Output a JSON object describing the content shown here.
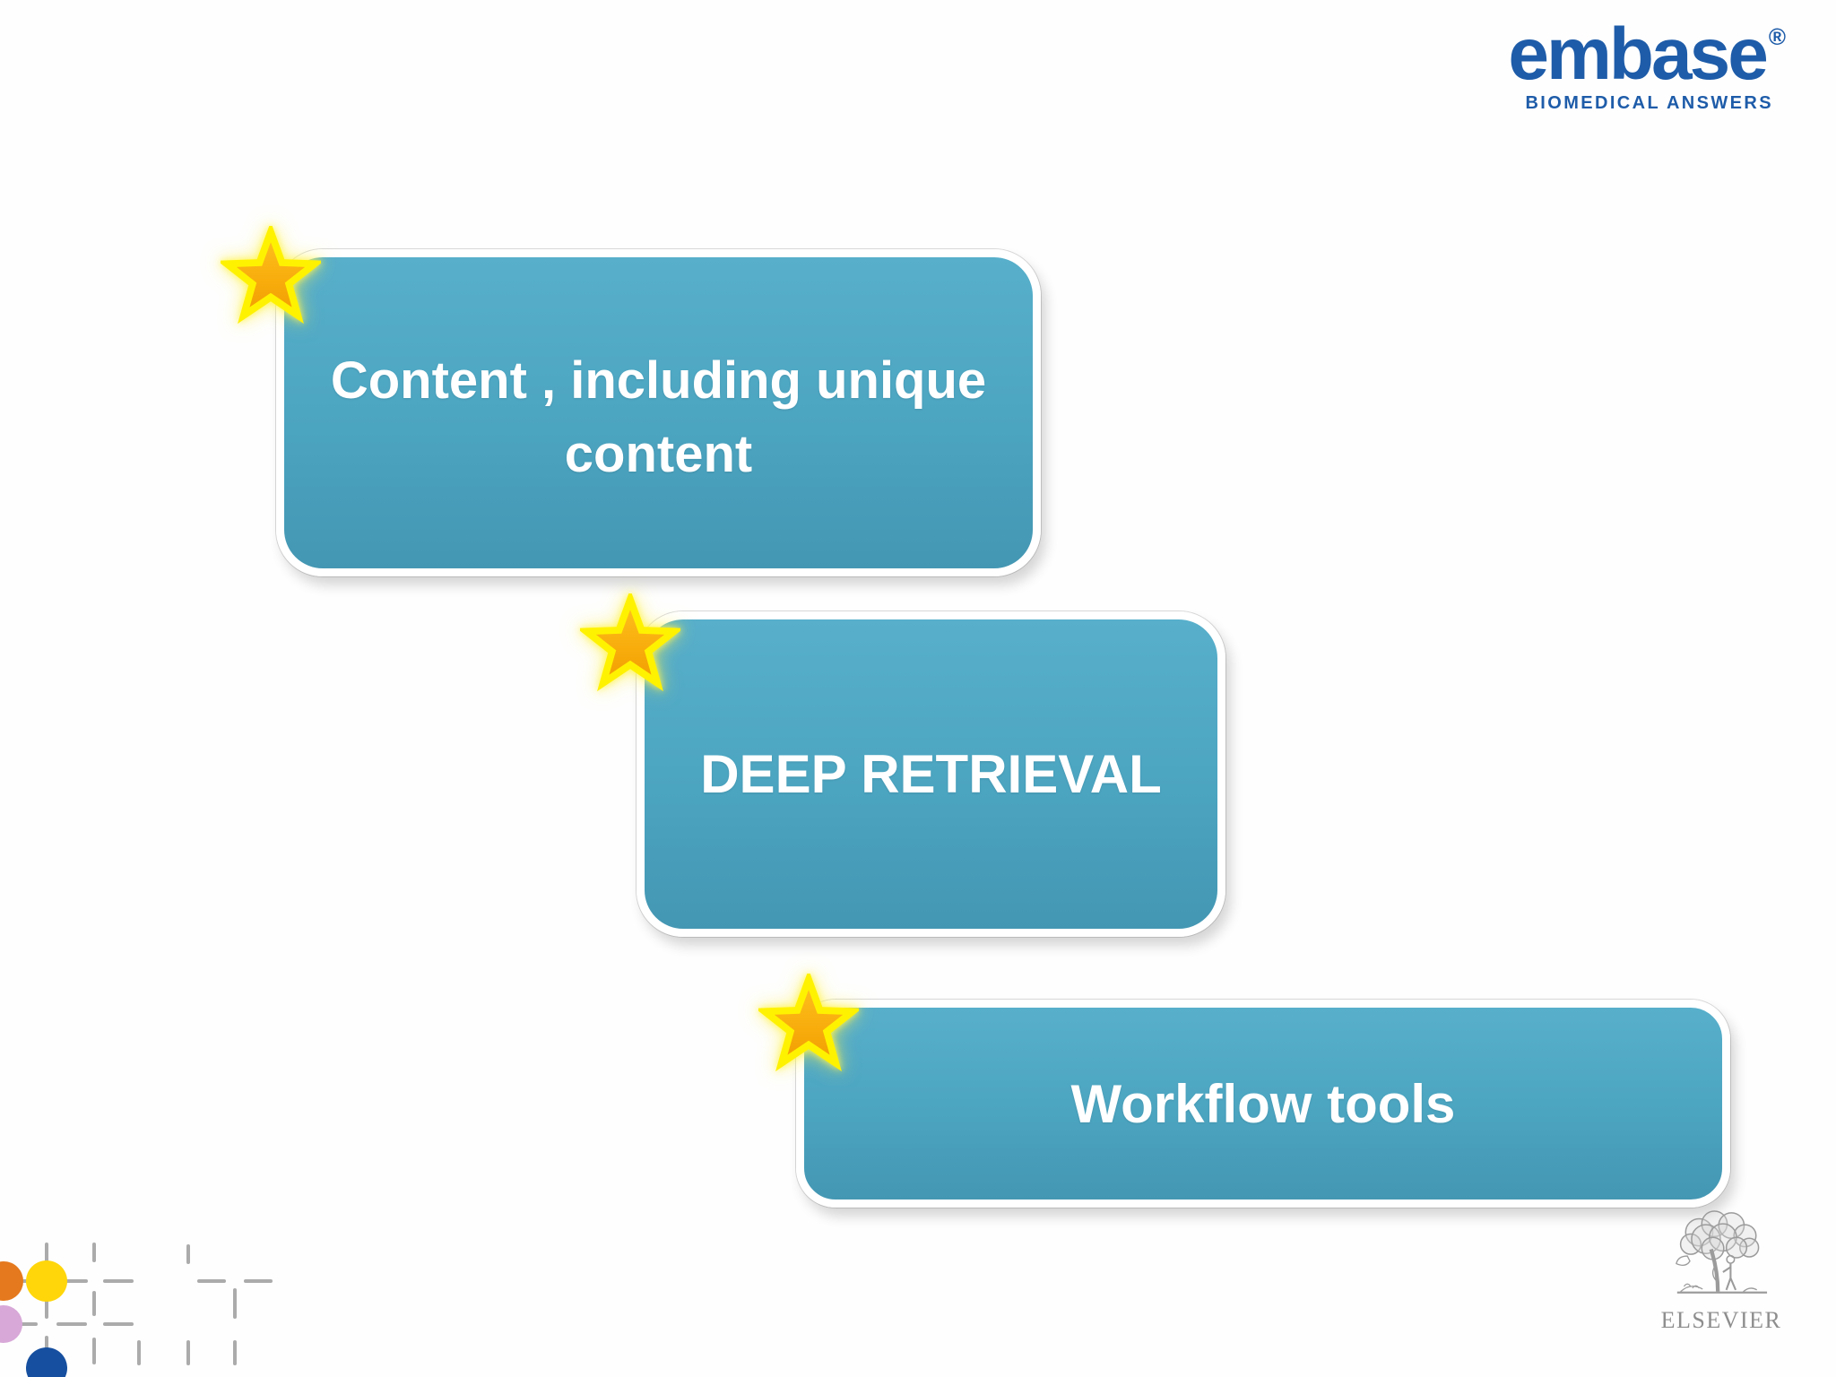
{
  "colors": {
    "brand-blue": "#1E5CA9",
    "box-teal": "#4BA4C0",
    "box-teal-light": "#57AFCB",
    "box-teal-dark": "#4497B3",
    "star-gold": "#F7A800",
    "star-outline": "#FFF200",
    "dash-gray": "#ABABAB",
    "elsevier-gray": "#8E8E8E",
    "dot-orange": "#E5791E",
    "dot-yellow": "#FFD60A",
    "dot-pink": "#D8A8D8",
    "dot-blue": "#164F9F",
    "text-white": "#FFFFFF"
  },
  "logo": {
    "brand": "embase",
    "registered": "®",
    "tagline": "BIOMEDICAL ANSWERS"
  },
  "diagram": {
    "boxes": [
      {
        "name": "content",
        "lines": [
          "Content , including unique",
          "content"
        ]
      },
      {
        "name": "deep-retrieval",
        "lines": [
          "DEEP RETRIEVAL"
        ]
      },
      {
        "name": "workflow-tools",
        "lines": [
          "Workflow tools"
        ]
      }
    ]
  },
  "footer": {
    "publisher": "ELSEVIER"
  }
}
